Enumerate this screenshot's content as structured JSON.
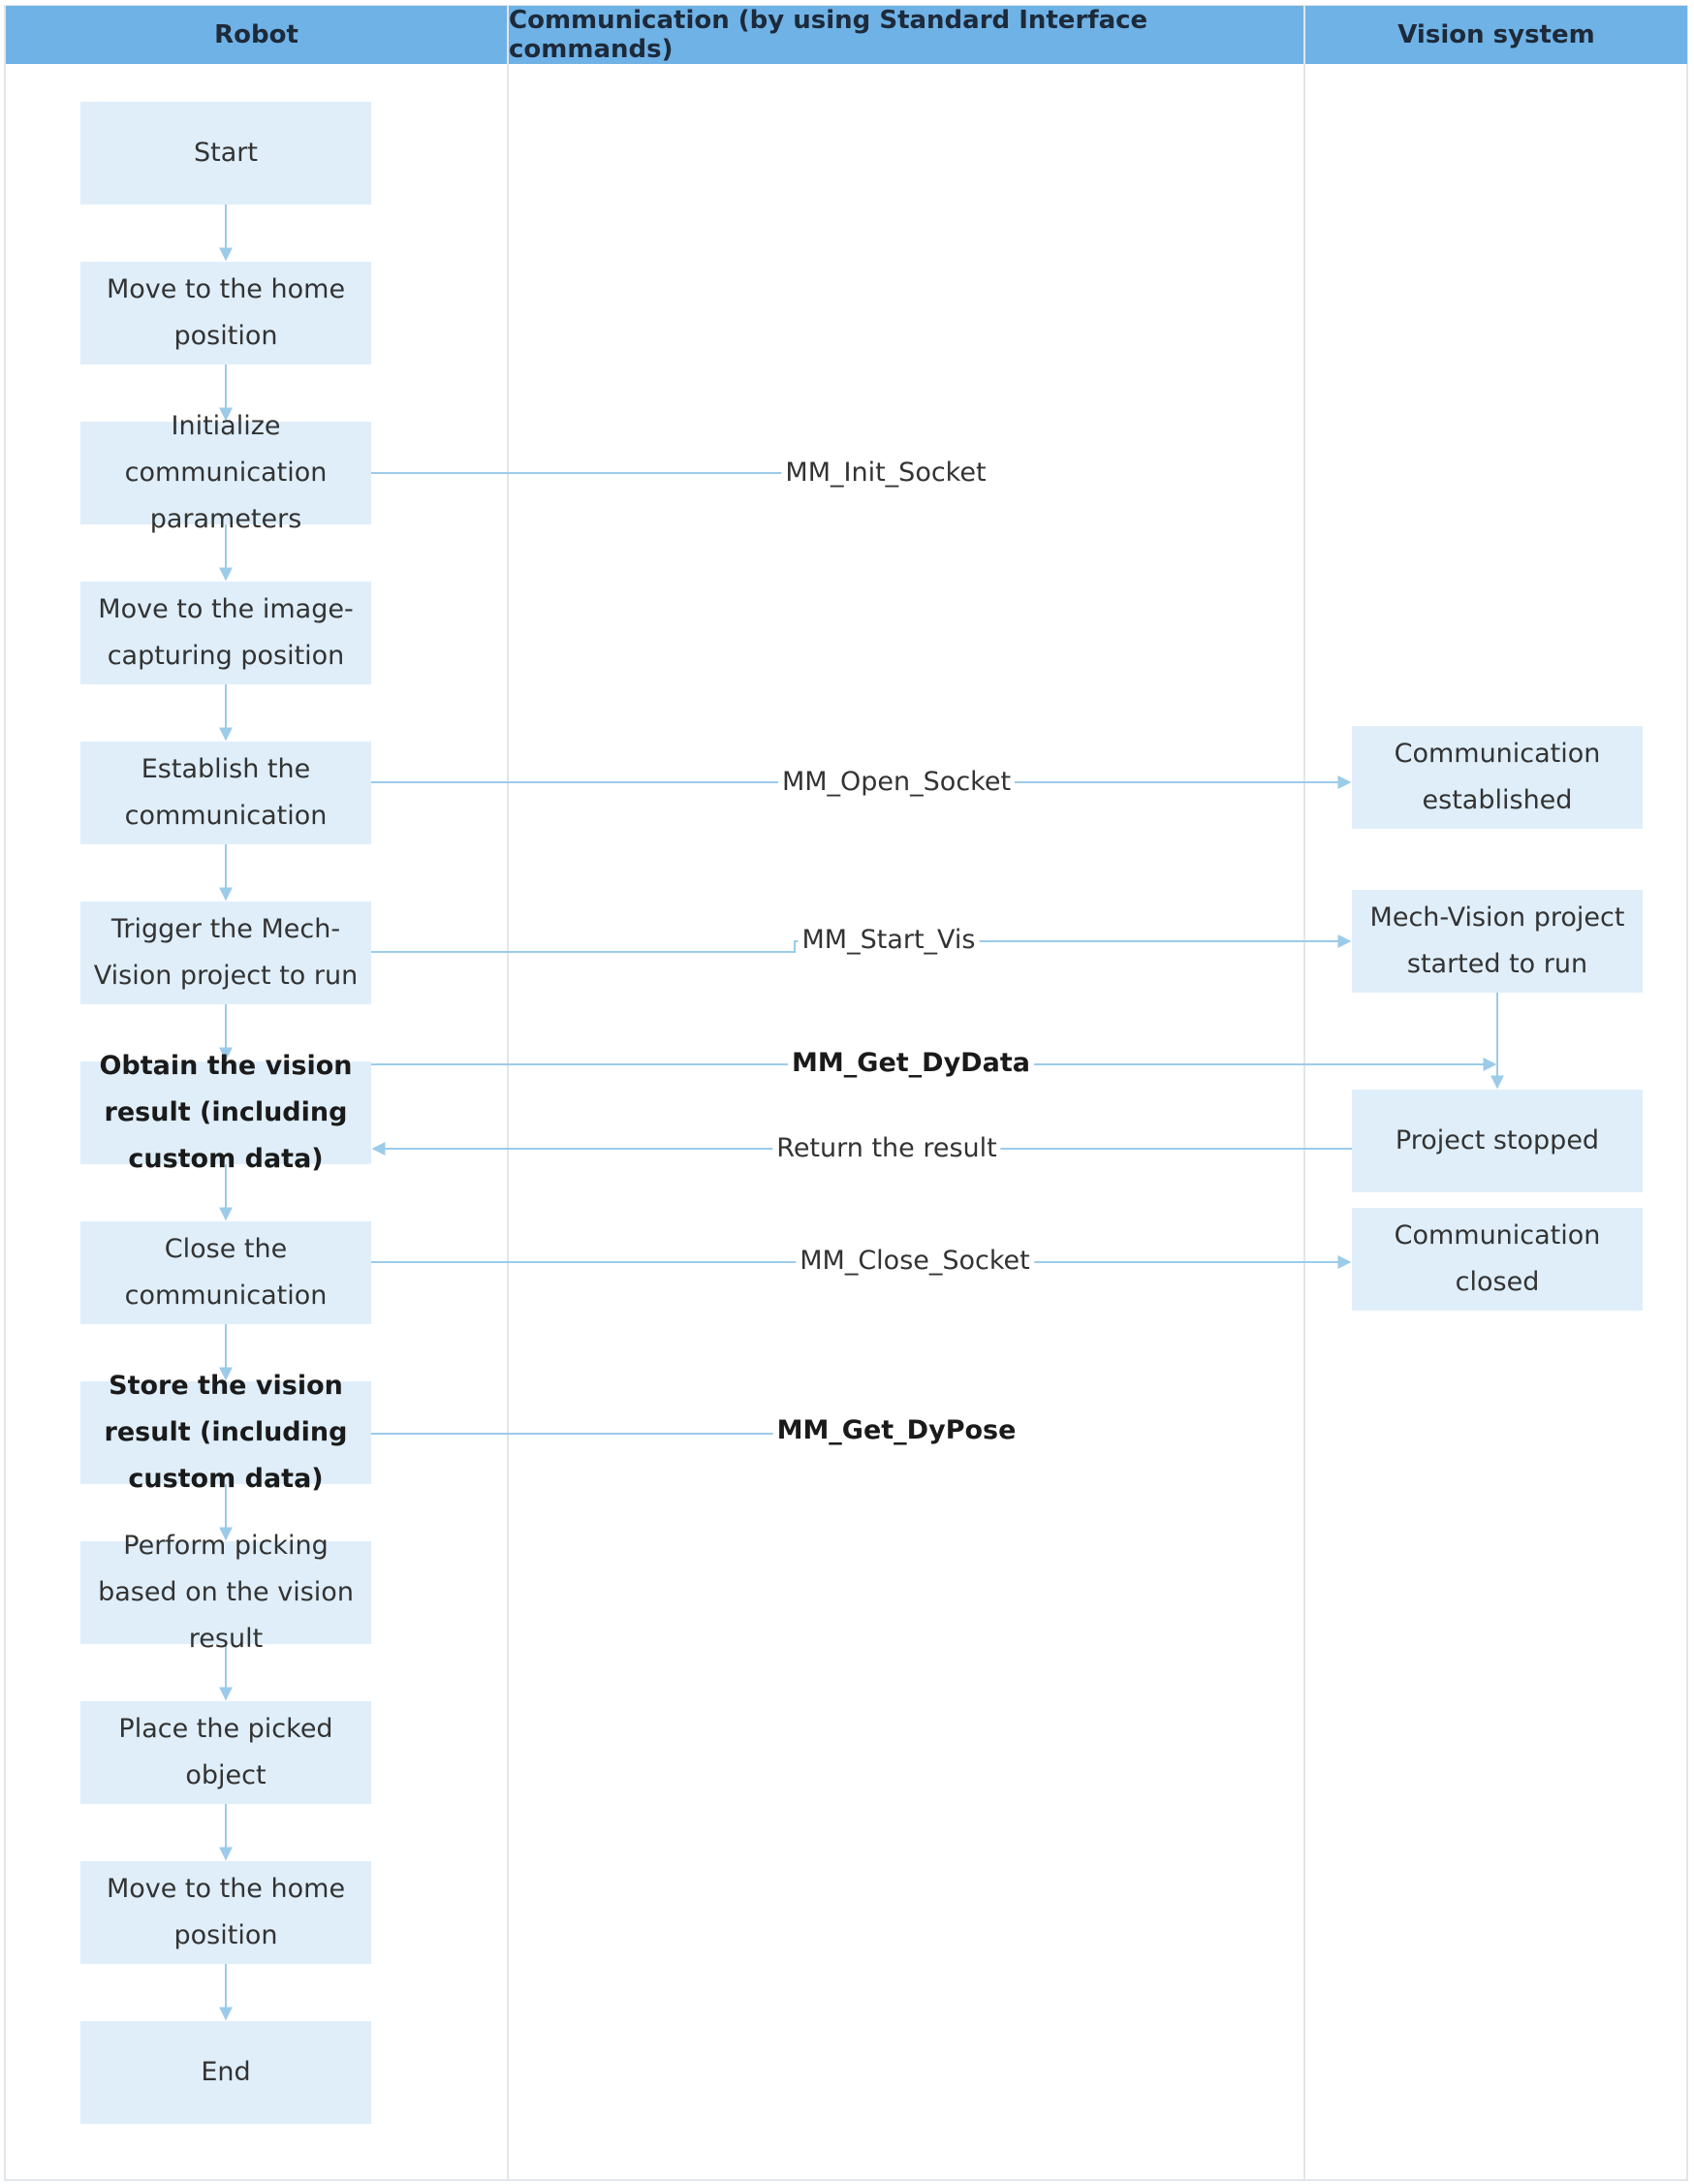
{
  "headers": {
    "robot": "Robot",
    "communication": "Communication (by using Standard Interface commands)",
    "vision": "Vision system"
  },
  "robot_steps": [
    {
      "id": "start",
      "text": "Start",
      "bold": false
    },
    {
      "id": "home-1",
      "text": "Move to the home position",
      "bold": false
    },
    {
      "id": "init-comm",
      "text": "Initialize communication parameters",
      "bold": false
    },
    {
      "id": "image-pos",
      "text": "Move to the image-capturing position",
      "bold": false
    },
    {
      "id": "establish-comm",
      "text": "Establish the communication",
      "bold": false
    },
    {
      "id": "trigger",
      "text": "Trigger the Mech-Vision project to run",
      "bold": false
    },
    {
      "id": "obtain",
      "text": "Obtain the vision result (including custom data)",
      "bold": true
    },
    {
      "id": "close-comm",
      "text": "Close the communication",
      "bold": false
    },
    {
      "id": "store",
      "text": "Store the vision result (including custom data)",
      "bold": true
    },
    {
      "id": "pick",
      "text": "Perform picking based on the vision result",
      "bold": false
    },
    {
      "id": "place",
      "text": "Place the picked object",
      "bold": false
    },
    {
      "id": "home-2",
      "text": "Move to the home position",
      "bold": false
    },
    {
      "id": "end",
      "text": "End",
      "bold": false
    }
  ],
  "vision_steps": [
    {
      "id": "comm-established",
      "text": "Communication established"
    },
    {
      "id": "project-started",
      "text": "Mech-Vision project started to run"
    },
    {
      "id": "project-stopped",
      "text": "Project stopped"
    },
    {
      "id": "comm-closed",
      "text": "Communication closed"
    }
  ],
  "commands": [
    {
      "id": "init-socket",
      "text": "MM_Init_Socket",
      "bold": false
    },
    {
      "id": "open-socket",
      "text": "MM_Open_Socket",
      "bold": false
    },
    {
      "id": "start-vis",
      "text": "MM_Start_Vis",
      "bold": false
    },
    {
      "id": "get-dydata",
      "text": "MM_Get_DyData",
      "bold": true
    },
    {
      "id": "return-result",
      "text": "Return the result",
      "bold": false
    },
    {
      "id": "close-socket",
      "text": "MM_Close_Socket",
      "bold": false
    },
    {
      "id": "get-dypose",
      "text": "MM_Get_DyPose",
      "bold": true
    }
  ],
  "colors": {
    "header": "#6fb2e6",
    "box": "#dfeef9",
    "arrow": "#9ccbea"
  }
}
